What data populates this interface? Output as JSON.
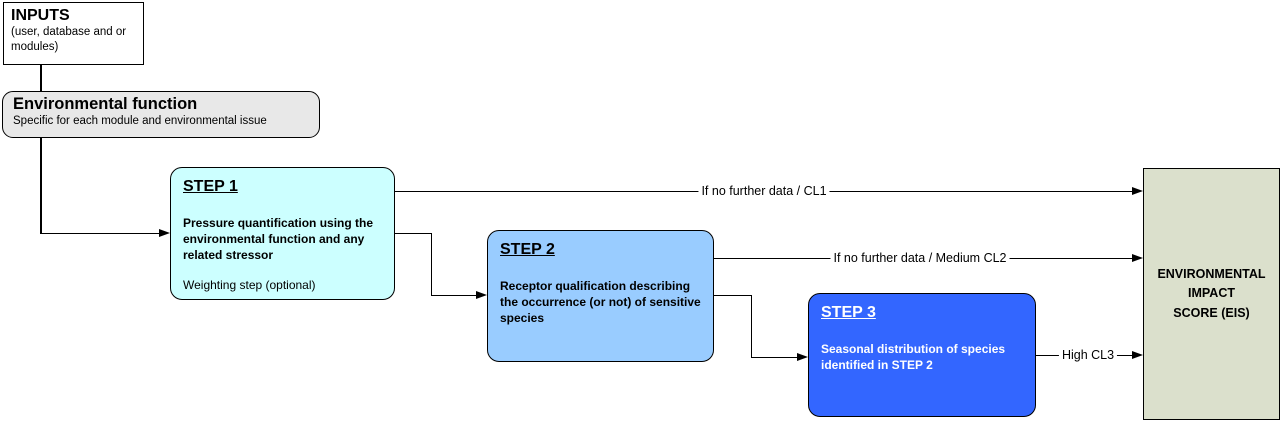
{
  "colors": {
    "step1-fill": "#CCFFFF",
    "step2-fill": "#99CCFF",
    "step3-fill": "#3366FF",
    "env-fill": "#E8E8E8",
    "eis-fill": "#DBE0CC",
    "line": "#000000"
  },
  "inputs": {
    "title": "INPUTS",
    "subtitle": "(user, database and or modules)"
  },
  "env_function": {
    "title": "Environmental function",
    "subtitle": "Specific for each module and environmental issue"
  },
  "step1": {
    "title": "STEP 1",
    "body": "Pressure quantification using the environmental function and any related stressor",
    "note": "Weighting step (optional)"
  },
  "step2": {
    "title": "STEP 2",
    "body": "Receptor qualification describing the occurrence (or not) of sensitive species"
  },
  "step3": {
    "title": "STEP 3",
    "body": "Seasonal distribution of species identified in STEP 2"
  },
  "eis": {
    "lines": [
      "ENVIRONMENTAL",
      "IMPACT",
      "SCORE (EIS)"
    ]
  },
  "arrows": {
    "step1_to_eis": "If no further data / CL1",
    "step2_to_eis": "If no further data / Medium CL2",
    "step3_to_eis": "High CL3"
  }
}
